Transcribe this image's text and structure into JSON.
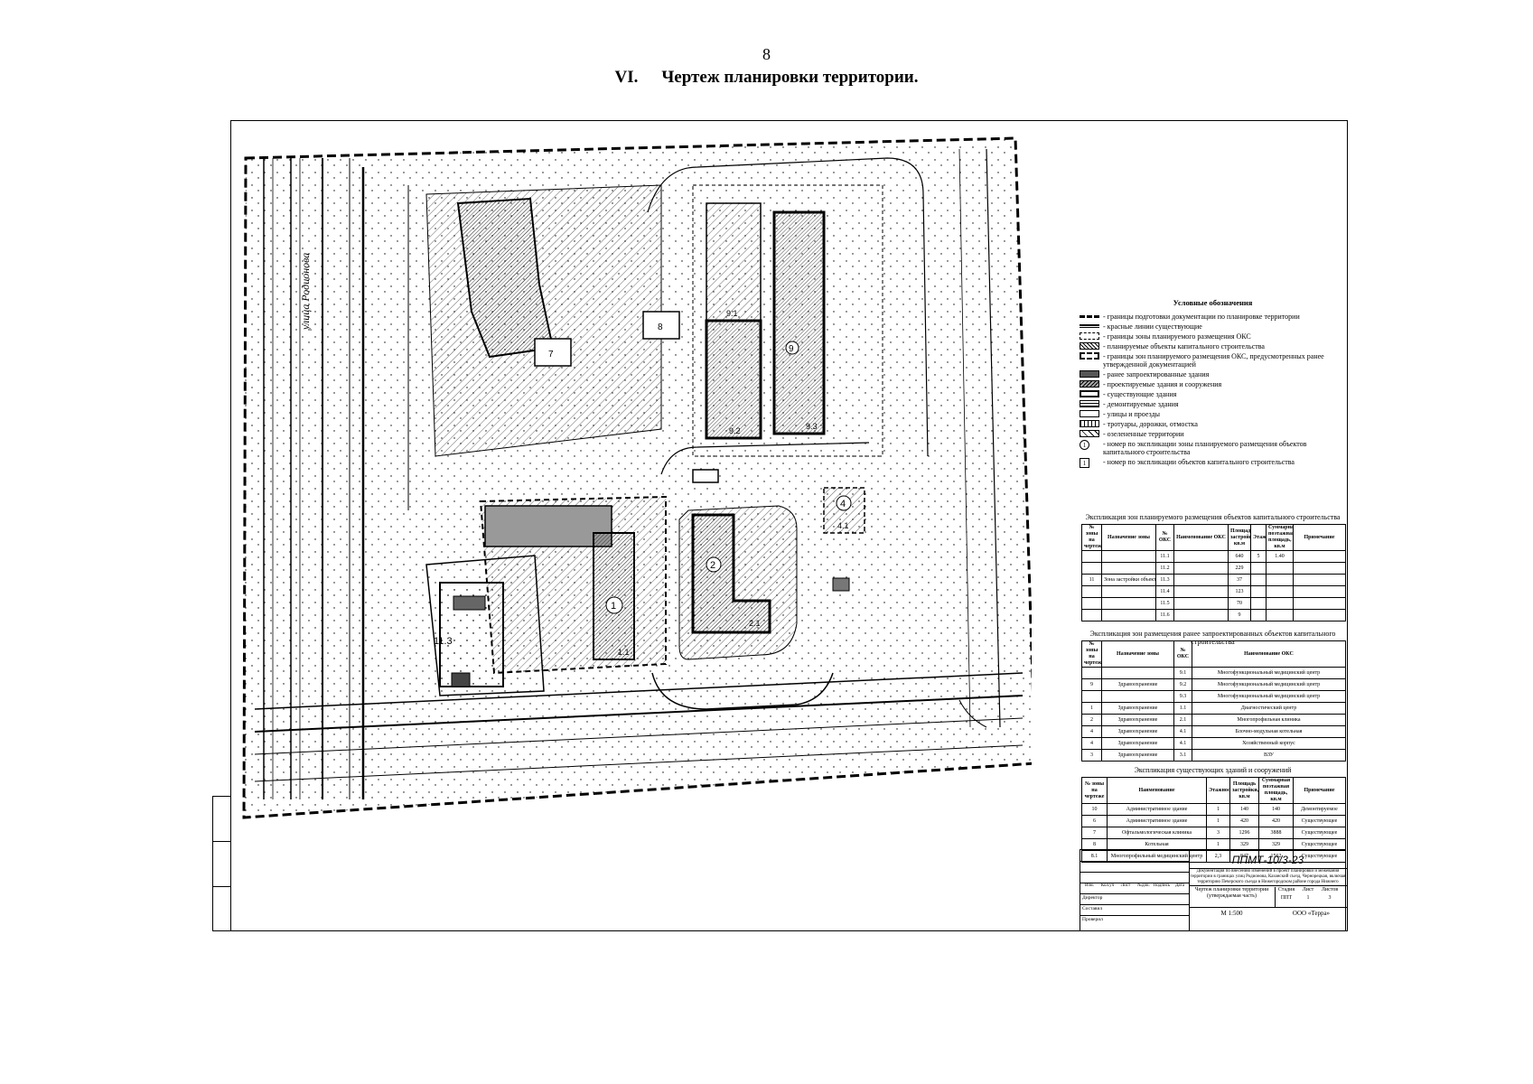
{
  "page": {
    "number": "8",
    "heading_num": "VI.",
    "heading_text": "Чертеж планировки территории."
  },
  "map": {
    "street_label": "улица Родионова",
    "zone_numbers": [
      "1",
      "2",
      "4",
      "9"
    ],
    "object_labels": [
      "9.1",
      "9.2",
      "9.3",
      "1.1",
      "2.1",
      "4.1",
      "11.3",
      "7",
      "8"
    ]
  },
  "legend": {
    "title": "Условные обозначения",
    "items": [
      {
        "swatch": "sw-dash",
        "text": "- границы подготовки документации по планировке территории"
      },
      {
        "swatch": "sw-red",
        "text": "- красные линии существующие"
      },
      {
        "swatch": "sw-zone",
        "text": "- границы зоны планируемого размещения ОКС"
      },
      {
        "swatch": "sw-plan",
        "text": "- планируемые объекты капитального строительства"
      },
      {
        "swatch": "sw-dash2",
        "text": "- границы зон планируемого размещения ОКС, предусмотренных ранее утвержденной документацией"
      },
      {
        "swatch": "sw-earlier",
        "text": "- ранее запроектированные здания"
      },
      {
        "swatch": "sw-proj",
        "text": "- проектируемые здания и сооружения"
      },
      {
        "swatch": "sw-exist",
        "text": "- существующие здания"
      },
      {
        "swatch": "sw-demo",
        "text": "- демонтируемые здания"
      },
      {
        "swatch": "sw-street",
        "text": "- улицы и проезды"
      },
      {
        "swatch": "sw-walk",
        "text": "- тротуары, дорожки, отмостка"
      },
      {
        "swatch": "sw-green",
        "text": "- озелененные территории"
      },
      {
        "swatch": "sw-circle",
        "glyph": "1",
        "text": "- номер по экспликации зоны планируемого размещения объектов капитального строительства"
      },
      {
        "swatch": "sw-box",
        "glyph": "1",
        "text": "- номер по экспликации объектов капитального строительства"
      }
    ]
  },
  "table1": {
    "title": "Экспликация зон планируемого размещения объектов капитального строительства",
    "headers": [
      "№ зоны на чертеже",
      "Назначение зоны",
      "№ ОКС",
      "Наименование ОКС",
      "Площадь застройки, кв.м",
      "Этажность",
      "Суммарная поэтажная площадь, кв.м",
      "Примечание"
    ],
    "rows": [
      [
        "",
        "",
        "11.1",
        "",
        "640",
        "5",
        "1.40",
        ""
      ],
      [
        "",
        "",
        "11.2",
        "",
        "229",
        "",
        "",
        ""
      ],
      [
        "11",
        "Зона застройки объектами",
        "11.3",
        "",
        "37",
        "",
        "",
        ""
      ],
      [
        "",
        "",
        "11.4",
        "",
        "123",
        "",
        "",
        ""
      ],
      [
        "",
        "",
        "11.5",
        "",
        "70",
        "",
        "",
        ""
      ],
      [
        "",
        "",
        "11.6",
        "",
        "9",
        "",
        "",
        ""
      ]
    ]
  },
  "table2": {
    "title": "Экспликация зон размещения ранее запроектированных объектов капитального строительства",
    "headers": [
      "№ зоны на чертеже",
      "Назначение зоны",
      "№ ОКС",
      "Наименование ОКС"
    ],
    "rows": [
      [
        "",
        "",
        "9.1",
        "Многофункциональный медицинский центр"
      ],
      [
        "9",
        "Здравоохранение",
        "9.2",
        "Многофункциональный медицинский центр"
      ],
      [
        "",
        "",
        "9.3",
        "Многофункциональный медицинский центр"
      ],
      [
        "1",
        "Здравоохранение",
        "1.1",
        "Диагностический центр"
      ],
      [
        "2",
        "Здравоохранение",
        "2.1",
        "Многопрофильная клиника"
      ],
      [
        "4",
        "Здравоохранение",
        "4.1",
        "Блочно-модульная котельная"
      ],
      [
        "4",
        "Здравоохранение",
        "4.1",
        "Хозяйственный корпус"
      ],
      [
        "3",
        "Здравоохранение",
        "3.1",
        "ВЗУ"
      ]
    ]
  },
  "table3": {
    "title": "Экспликация существующих зданий и сооружений",
    "headers": [
      "№ зоны на чертеже",
      "Наименование",
      "Этажность",
      "Площадь застройки, кв.м",
      "Суммарная поэтажная площадь, кв.м",
      "Примечание"
    ],
    "rows": [
      [
        "10",
        "Административное здание",
        "1",
        "140",
        "140",
        "Демонтируемое"
      ],
      [
        "6",
        "Административное здание",
        "1",
        "420",
        "420",
        "Существующее"
      ],
      [
        "7",
        "Офтальмологическая клиника",
        "3",
        "1296",
        "3888",
        "Существующее"
      ],
      [
        "8",
        "Котельная",
        "1",
        "329",
        "329",
        "Существующее"
      ],
      [
        "8.1",
        "Многопрофильный медицинский центр",
        "2,3",
        "847",
        "1562",
        "Существующее"
      ]
    ]
  },
  "titleblock": {
    "code": "ППМТ-10/3-23",
    "description": "Документация по внесению изменений в проект планировки и межевания территории в границах улиц Родионова, Казанский съезд, Чернорецкая, включая территорию Печерского съезда в Нижегородском районе города Нижнего Новгорода",
    "sheet_name": "Чертеж планировки территории (утверждаемая часть)",
    "stage_label": "Стадия",
    "sheet_label": "Лист",
    "sheets_label": "Листов",
    "stage": "ППТ",
    "sheet": "1",
    "sheets": "3",
    "scale": "М 1:500",
    "org": "ООО «Терра»",
    "col_headers": [
      "Изм.",
      "Кол.уч",
      "Лист",
      "№док.",
      "Подпись",
      "Дата"
    ],
    "roles": [
      "Директор",
      "Составил",
      "Проверил"
    ]
  }
}
